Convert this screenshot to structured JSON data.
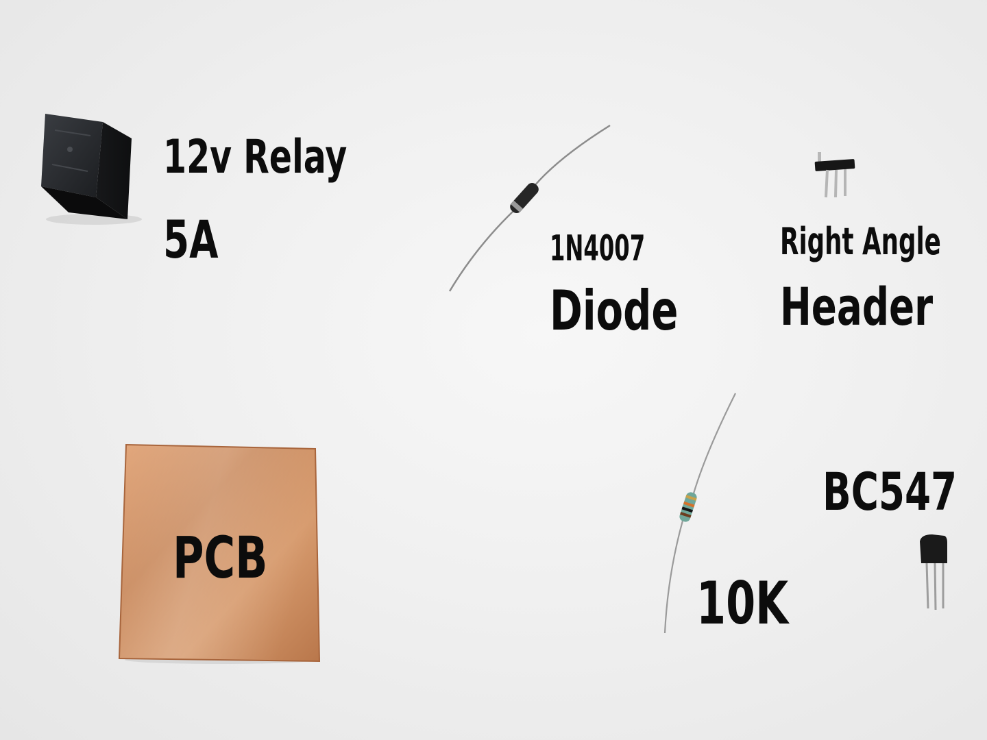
{
  "photo": {
    "background_color": "#efefef",
    "components": [
      {
        "id": "relay",
        "lines": [
          "12v Relay",
          "5A"
        ],
        "icon": "relay-icon"
      },
      {
        "id": "diode",
        "lines": [
          "1N4007",
          "Diode"
        ],
        "icon": "diode-icon"
      },
      {
        "id": "header",
        "lines": [
          "Right Angle",
          "Header"
        ],
        "icon": "header-pins-icon"
      },
      {
        "id": "pcb",
        "lines": [
          "PCB"
        ],
        "icon": "copper-board-icon"
      },
      {
        "id": "resistor",
        "lines": [
          "10K"
        ],
        "icon": "resistor-icon"
      },
      {
        "id": "transistor",
        "lines": [
          "BC547"
        ],
        "icon": "transistor-icon"
      }
    ],
    "colors": {
      "label_text": "#0c0c0c",
      "relay_body": "#1f2124",
      "copper": "#c98a5e",
      "diode_body": "#2a2a2a",
      "resistor_body": "#6fa79a"
    }
  }
}
